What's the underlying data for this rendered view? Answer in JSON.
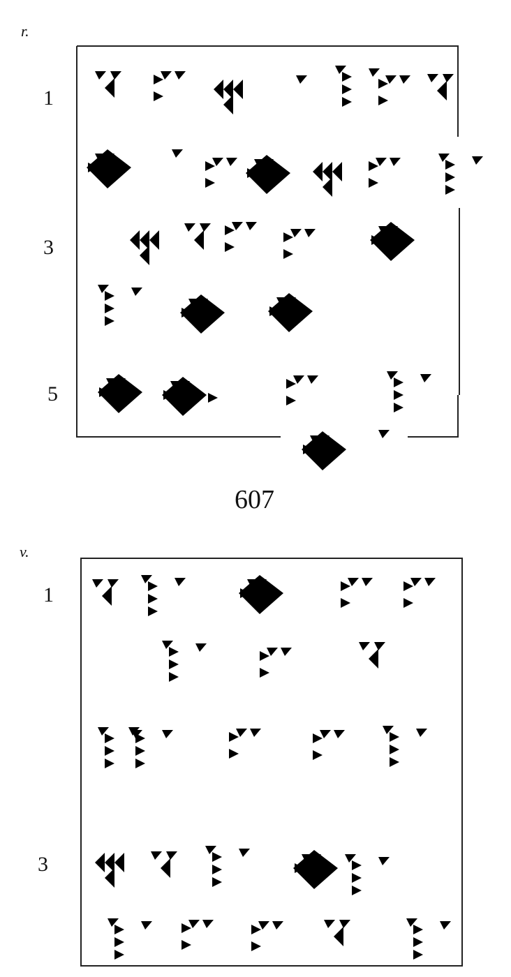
{
  "colors": {
    "ink": "#1a1a1a",
    "paper": "#ffffff"
  },
  "tablet_a": {
    "side_label": "r.",
    "line_numbers": [
      "1",
      "3",
      "5"
    ]
  },
  "text_no": "607",
  "tablet_b": {
    "side_label": "v.",
    "line_numbers": [
      "1",
      "3"
    ]
  }
}
